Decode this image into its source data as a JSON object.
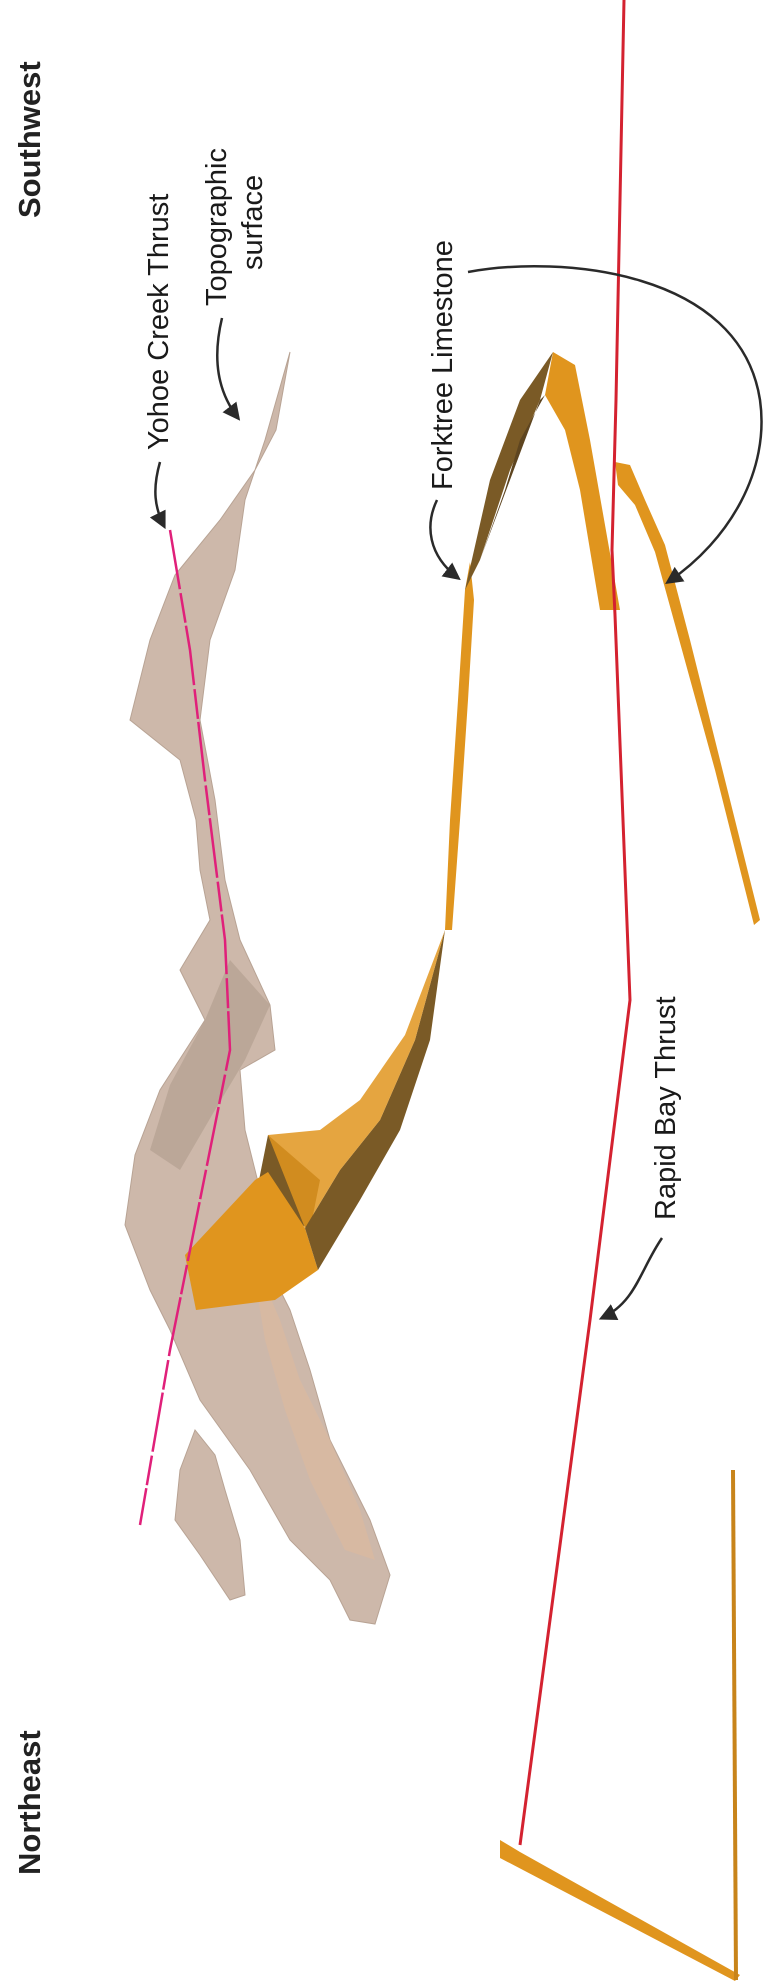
{
  "labels": {
    "direction_top": "Southwest",
    "direction_bottom": "Northeast",
    "yohoe_creek_thrust": "Yohoe Creek Thrust",
    "topographic_surface_line1": "Topographic",
    "topographic_surface_line2": "surface",
    "forktree_limestone": "Forktree Limestone",
    "rapid_bay_thrust": "Rapid Bay Thrust"
  },
  "colors": {
    "topographic_surface": "#cdb8aa",
    "topographic_shadow": "#b39f92",
    "forktree_limestone": "#e0951e",
    "forktree_dark": "#7a5a26",
    "rapid_bay_thrust": "#d42230",
    "yohoe_creek_thrust": "#e0207a",
    "leader_lines": "#2a2a2a",
    "text": "#1a1a1a"
  }
}
